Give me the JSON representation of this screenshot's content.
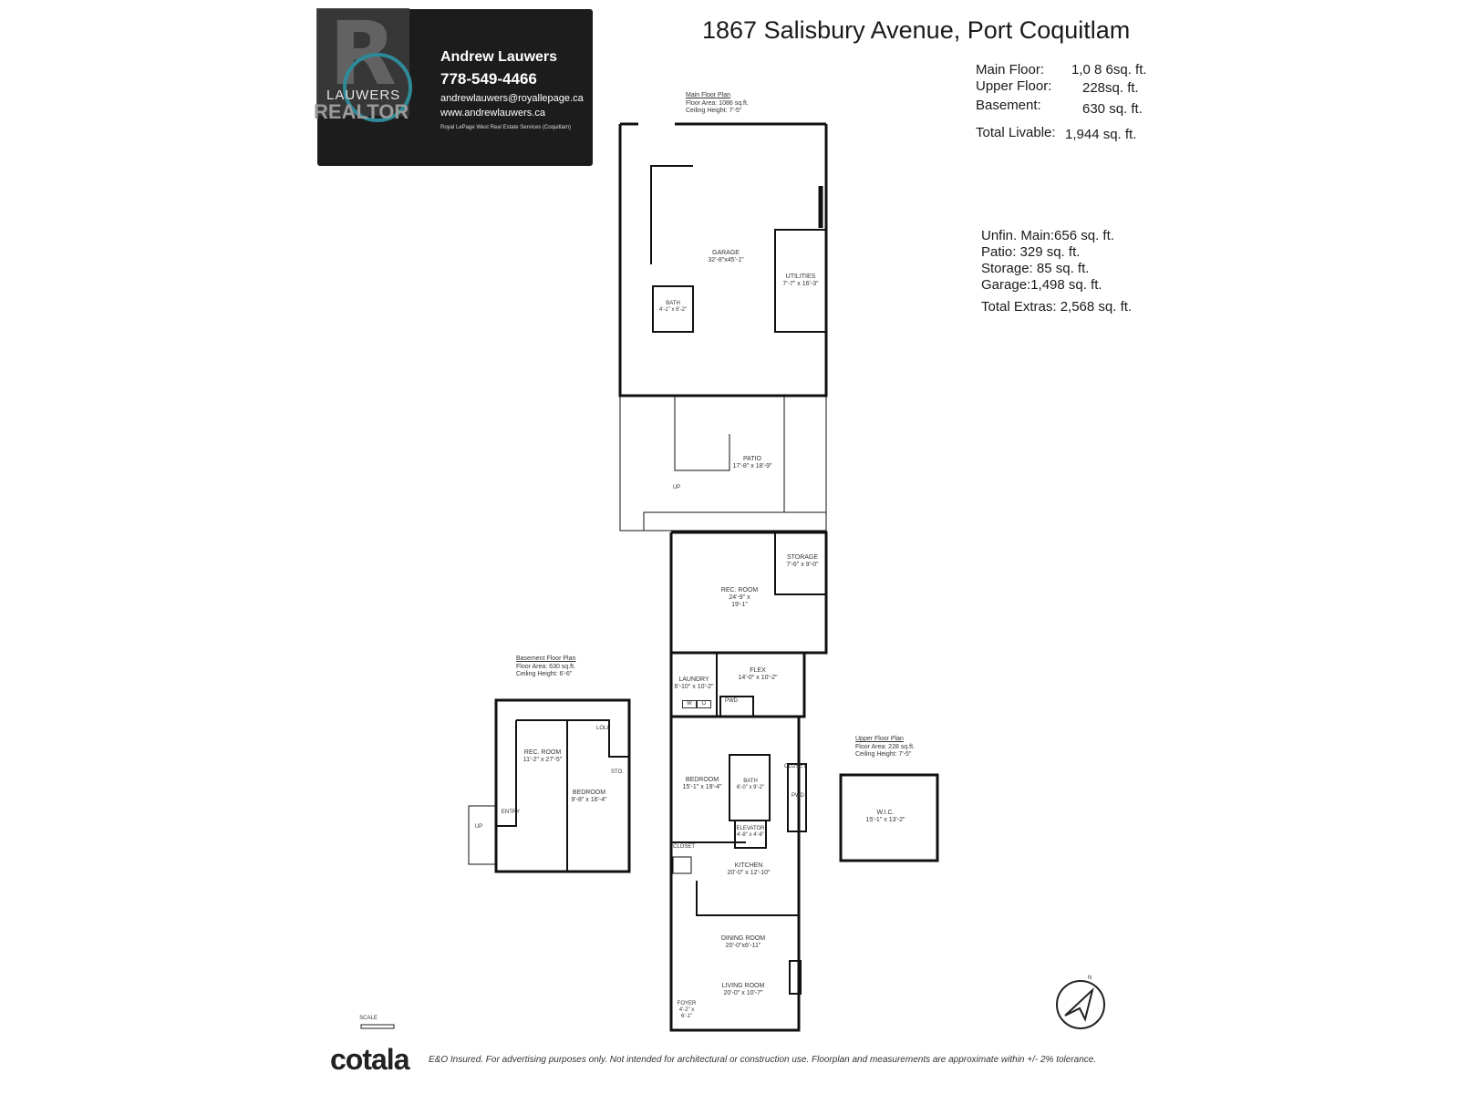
{
  "agent": {
    "logo_text": "LAUWERS",
    "realtor_text": "REALTOR",
    "name": "Andrew Lauwers",
    "phone": "778-549-4466",
    "email": "andrewlauwers@royallepage.ca",
    "website": "www.andrewlauwers.ca",
    "brokerage": "Royal LePage West Real Estate Services (Coquitlam)"
  },
  "address": "1867 Salisbury Avenue, Port Coquitlam",
  "livable": {
    "main_label": "Main Floor:",
    "main_value": "1,0 8 6sq. ft.",
    "upper_label": "Upper Floor:",
    "upper_value": "228sq. ft.",
    "basement_label": "Basement:",
    "basement_value": "630 sq. ft.",
    "total_label": "Total Livable:",
    "total_value": "1,944 sq. ft."
  },
  "extras": {
    "unfin": "Unfin. Main:656 sq. ft.",
    "patio": "Patio: 329 sq. ft.",
    "storage": "Storage: 85 sq. ft.",
    "garage": "Garage:1,498 sq. ft.",
    "total": "Total Extras: 2,568 sq. ft."
  },
  "main_plan": {
    "title": "Main Floor Plan",
    "area": "Floor Area: 1086 sq.ft.",
    "ceiling": "Ceiling Height: 7'-5\"",
    "rooms": {
      "garage": "GARAGE",
      "garage_dim": "32'-8\"x45'-1\"",
      "utilities": "UTILITIES",
      "utilities_dim": "7'-7\" x 16'-3\"",
      "bath_g": "BATH",
      "bath_g_dim": "4'-1\" x 6'-2\"",
      "patio": "PATIO",
      "patio_dim": "17'-8\" x 18'-9\"",
      "storage": "STORAGE",
      "storage_dim": "7'-6\" x 9'-0\"",
      "rec": "REC. ROOM",
      "rec_dim1": "24'-9\"",
      "rec_x": "x",
      "rec_dim2": "19'-1\"",
      "laundry": "LAUNDRY",
      "laundry_dim": "6'-10\" x 10'-2\"",
      "flex": "FLEX",
      "flex_dim": "14'-0\" x 10'-2\"",
      "pwd": "PWD",
      "bedroom": "BEDROOM",
      "bedroom_dim": "15'-1\" x 19'-4\"",
      "bath": "BATH",
      "bath_dim": "6'-0\" x 9'-2\"",
      "closet": "CLOSET",
      "pwd2": "PWD",
      "elevator": "ELEVATOR",
      "elevator_dim": "4'-8\" x 4'-6\"",
      "closet2": "CLOSET",
      "kitchen": "KITCHEN",
      "kitchen_dim": "20'-0\" x 12'-10\"",
      "dining": "DINING ROOM",
      "dining_dim": "20'-0\"x6'-11\"",
      "living": "LIVING ROOM",
      "living_dim": "20'-0\" x 10'-7\"",
      "foyer": "FOYER",
      "foyer_dim": "4'-2\" x 6'-1\"",
      "washer": "W",
      "dryer": "D",
      "up": "UP"
    }
  },
  "basement_plan": {
    "title": "Basement Floor Plan",
    "area": "Floor Area: 630 sq.ft.",
    "ceiling": "Ceiling Height: 6'-6\"",
    "rec": "REC. ROOM",
    "rec_dim": "11'-2\" x 27'-5\"",
    "bedroom": "BEDROOM",
    "bedroom_dim": "9'-8\" x 16'-4\"",
    "entry": "ENTRY",
    "sto": "STO.",
    "loll": "LOLL",
    "up": "UP"
  },
  "upper_plan": {
    "title": "Upper Floor Plan",
    "area": "Floor Area: 228 sq.ft.",
    "ceiling": "Ceiling Height: 7'-5\"",
    "wic": "W.I.C.",
    "wic_dim": "15'-1\" x 13'-2\""
  },
  "north_label": "N",
  "scale_label": "SCALE",
  "footer": {
    "brand": "cotala",
    "disclaimer": "E&O Insured. For advertising purposes only. Not intended for architectural or construction use. Floorplan and measurements are approximate within +/- 2% tolerance."
  }
}
